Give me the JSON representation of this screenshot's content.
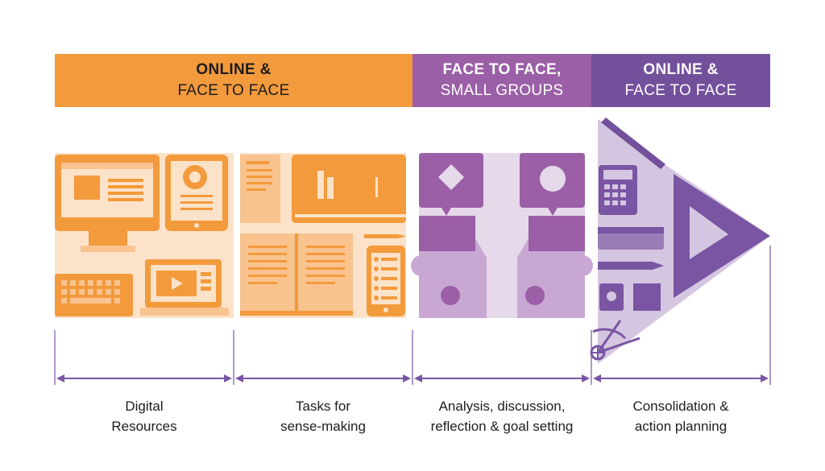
{
  "phases": [
    {
      "line1": "ONLINE &",
      "line2": "FACE TO FACE",
      "color": "#f39a3c"
    },
    {
      "line1": "FACE TO FACE,",
      "line2": "SMALL GROUPS",
      "color": "#9a5fa6"
    },
    {
      "line1": "ONLINE &",
      "line2": "FACE TO FACE",
      "color": "#73509c"
    }
  ],
  "steps": [
    {
      "line1": "Digital",
      "line2": "Resources"
    },
    {
      "line1": "Tasks for",
      "line2": "sense-making"
    },
    {
      "line1": "Analysis, discussion,",
      "line2": "reflection & goal setting"
    },
    {
      "line1": "Consolidation &",
      "line2": "action planning"
    }
  ],
  "icons": {
    "panel_1": [
      "desktop-monitor-icon",
      "tablet-icon",
      "keyboard-icon",
      "laptop-video-icon"
    ],
    "panel_2": [
      "document-icon",
      "book-icon",
      "open-book-icon",
      "pencil-icon",
      "phone-icon"
    ],
    "panel_3": [
      "speech-bubble-diamond-icon",
      "speech-bubble-circle-icon",
      "two-people-icon"
    ],
    "panel_4": [
      "ruler-icon",
      "calculator-icon",
      "set-square-icon",
      "pen-icon",
      "sharpener-icon",
      "compass-icon"
    ]
  },
  "colors": {
    "orange": "#f39a3c",
    "orange_light": "#fbe2c8",
    "orange_mid": "#f8c38e",
    "magenta": "#9a5fa6",
    "lilac": "#c8a8d3",
    "lilac_light": "#e6d9ea",
    "purple": "#73509c",
    "purple_light": "#d4c6e0",
    "arrow": "#7a55a3"
  }
}
